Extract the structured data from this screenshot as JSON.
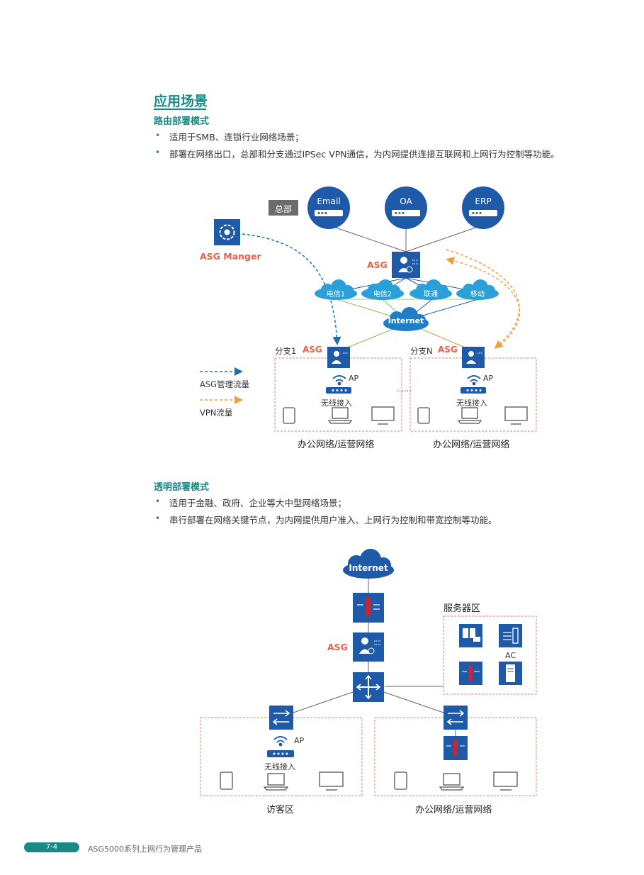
{
  "section_title": "应用场景",
  "routing": {
    "heading": "路由部署模式",
    "bullets": [
      "适用于SMB、连锁行业网络场景；",
      "部署在网络出口，总部和分支通过IPSec VPN通信，为内网提供连接互联网和上网行为控制等功能。"
    ],
    "diagram": {
      "hq_label": "总部",
      "servers": [
        "Email",
        "OA",
        "ERP"
      ],
      "asg_label": "ASG",
      "manager_label": "ASG Manger",
      "isps": [
        "电信1",
        "电信2",
        "联通",
        "移动"
      ],
      "internet_label": "Internet",
      "branch1_label": "分支1",
      "branchN_label": "分支N",
      "ap_label": "AP",
      "wireless_label": "无线接入",
      "ellipsis": "……",
      "network_label": "办公网络/运营网络",
      "legend_mgmt": "ASG管理流量",
      "legend_vpn": "VPN流量"
    }
  },
  "transparent": {
    "heading": "透明部署模式",
    "bullets": [
      "适用于金融、政府、企业等大中型网络场景；",
      "串行部署在网络关键节点，为内网提供用户准入、上网行为控制和带宽控制等功能。"
    ],
    "diagram": {
      "internet_label": "Internet",
      "asg_label": "ASG",
      "server_zone_label": "服务器区",
      "ac_label": "AC",
      "ap_label": "AP",
      "wireless_label": "无线接入",
      "guest_zone_label": "访客区",
      "office_label": "办公网络/运营网络"
    }
  },
  "footer": {
    "page": "7-4",
    "title": "ASG5000系列上网行为管理产品"
  },
  "colors": {
    "teal": "#1a8a86",
    "navy": "#1e5aa8",
    "cloud": "#2a9fd8",
    "asg_red": "#e8604c",
    "vpn_orange": "#f0a040",
    "mgmt_blue": "#1e6fb0"
  }
}
